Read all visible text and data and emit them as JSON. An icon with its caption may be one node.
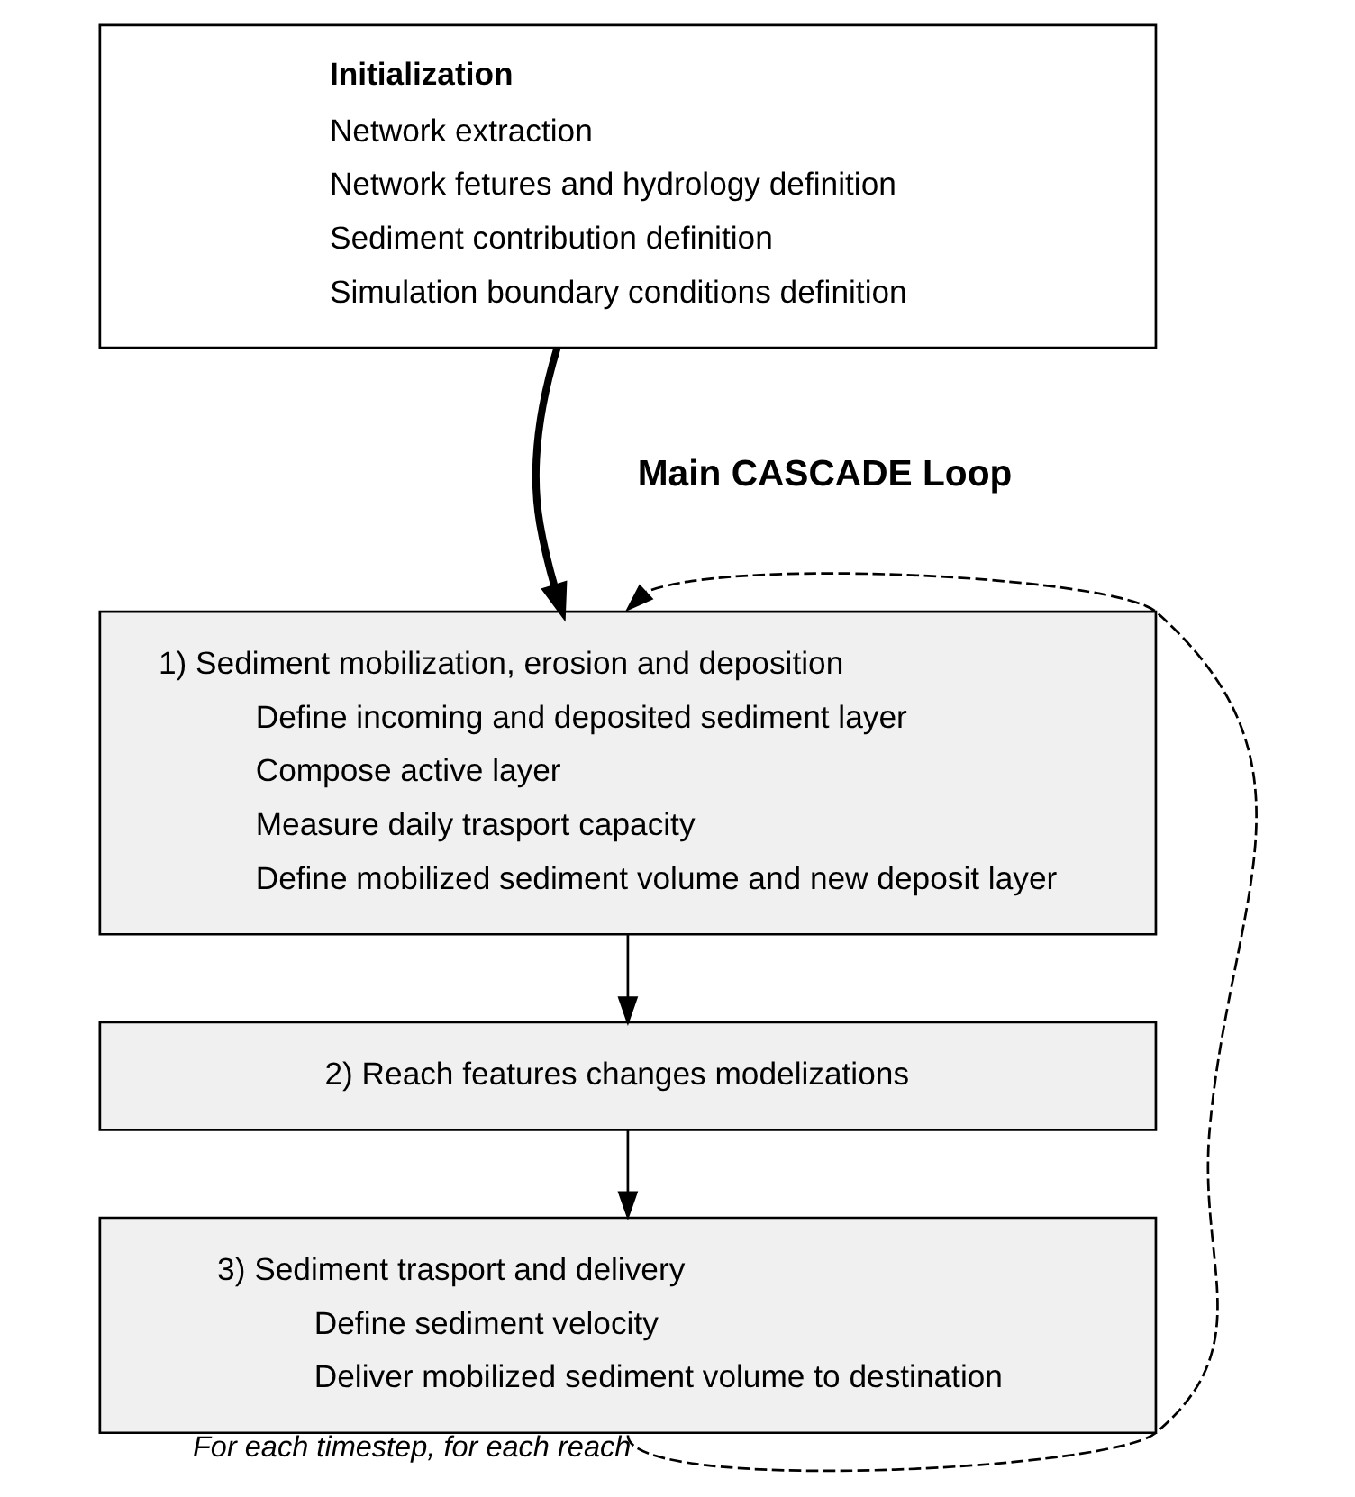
{
  "diagram": {
    "nodes": [
      {
        "text": [
          "Initialization",
          "Network extraction",
          "Network fetures and hydrology definition",
          "Sediment contribution definition",
          "Simulation boundary conditions definition"
        ]
      },
      {
        "text": [
          "1) Sediment mobilization, erosion and deposition",
          "Define incoming and deposited sediment layer",
          "Compose active layer",
          "Measure daily trasport capacity",
          "Define mobilized sediment volume and new deposit layer"
        ]
      },
      {
        "text": [
          "2) Reach features changes modelizations"
        ]
      },
      {
        "text": [
          "3) Sediment trasport and delivery",
          "Define sediment velocity",
          "Deliver mobilized sediment volume to destination"
        ]
      }
    ],
    "edges": [
      {
        "from": 0,
        "to": 1,
        "arrow": "to",
        "style": "thick"
      },
      {
        "from": 1,
        "to": 2,
        "arrow": "to"
      },
      {
        "from": 2,
        "to": 3,
        "arrow": "to"
      },
      {
        "from": 3,
        "to": 1,
        "arrow": "to",
        "style": "dashed",
        "label": "For each timestep, for each reach"
      }
    ],
    "labels": [
      "Main CASCADE Loop"
    ]
  }
}
